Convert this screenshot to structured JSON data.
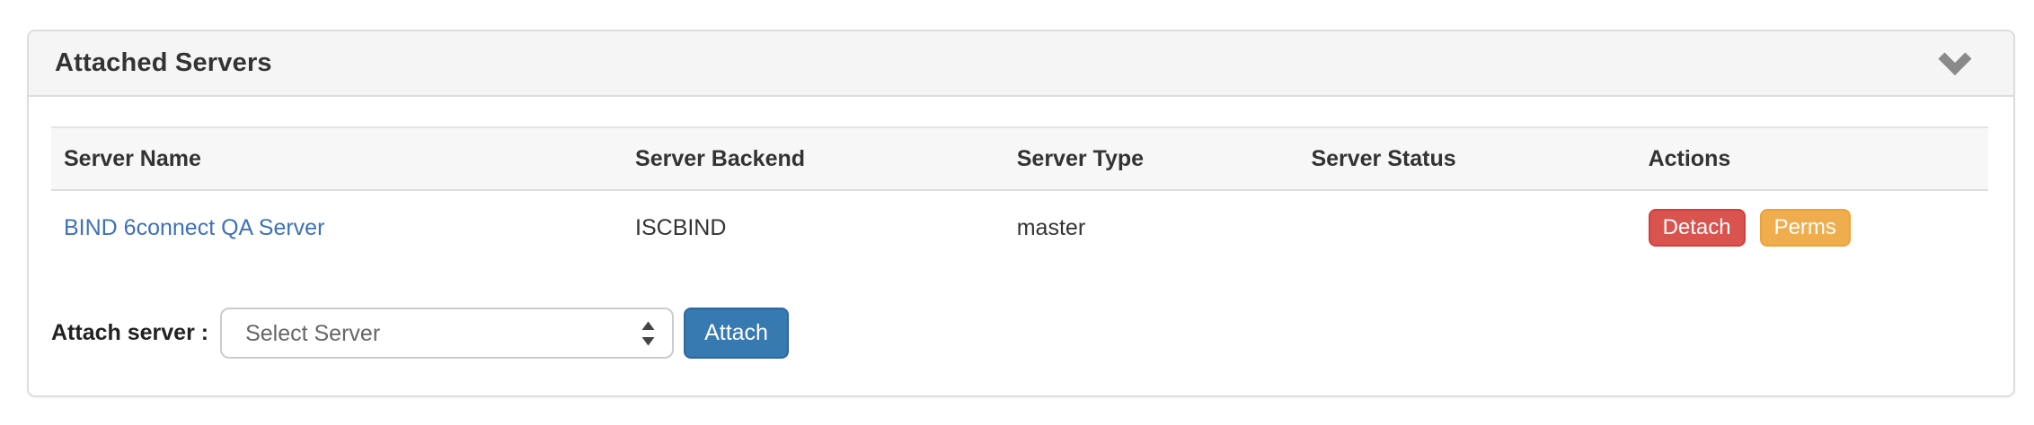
{
  "colors": {
    "panel-border": "#dddddd",
    "panel-header-bg": "#f5f5f5",
    "table-header-bg": "#f7f7f7",
    "text": "#333333",
    "muted": "#666666",
    "link": "#3d71b8",
    "danger": "#d9534f",
    "danger-border": "#d43f3a",
    "warning": "#f0ad4e",
    "warning-border": "#eea236",
    "primary": "#3779b1",
    "primary-border": "#2e689d",
    "icon-gray": "#8a8a8a"
  },
  "panel": {
    "title": "Attached Servers",
    "collapse_icon": "chevron-down"
  },
  "table": {
    "columns": [
      "Server Name",
      "Server Backend",
      "Server Type",
      "Server Status",
      "Actions"
    ],
    "rows": [
      {
        "server_name": "BIND 6connect QA Server",
        "server_backend": "ISCBIND",
        "server_type": "master",
        "server_status": "",
        "actions": {
          "detach_label": "Detach",
          "perms_label": "Perms"
        }
      }
    ]
  },
  "attach_form": {
    "label": "Attach server :",
    "select_selected_option": "Select Server",
    "attach_button_label": "Attach"
  }
}
